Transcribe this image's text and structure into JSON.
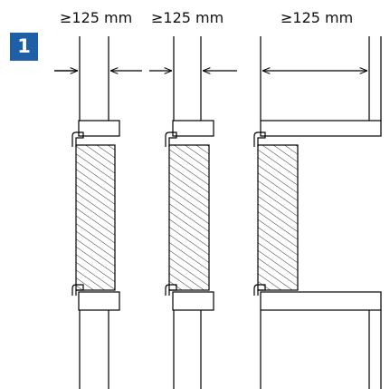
{
  "step": {
    "number": "1",
    "color": "#1f5fa8"
  },
  "clearances": [
    {
      "label": "≥125 mm"
    },
    {
      "label": "≥125 mm"
    },
    {
      "label": "≥125 mm"
    }
  ],
  "diagram": {
    "scenarios": [
      "narrow-bracket",
      "narrow-bracket",
      "wide-bracket"
    ],
    "line_color": "#000000",
    "hatch": "diagonal"
  }
}
